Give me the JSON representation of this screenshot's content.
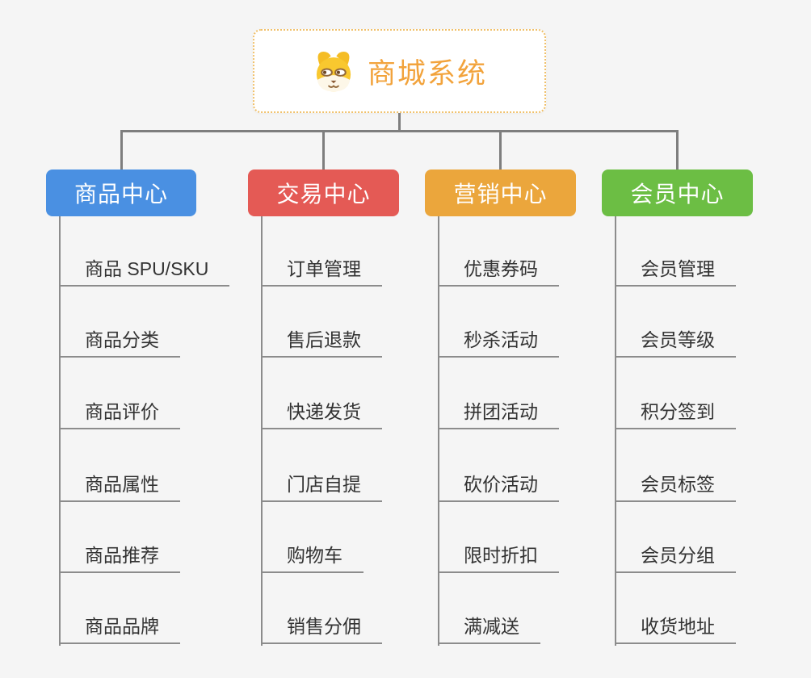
{
  "root": {
    "title": "商城系统",
    "icon": "dog-face",
    "title_color": "#F2A33C",
    "border_color": "#F0C06A"
  },
  "columns": [
    {
      "label": "商品中心",
      "color": "#4A90E2",
      "items": [
        "商品 SPU/SKU",
        "商品分类",
        "商品评价",
        "商品属性",
        "商品推荐",
        "商品品牌"
      ]
    },
    {
      "label": "交易中心",
      "color": "#E45A55",
      "items": [
        "订单管理",
        "售后退款",
        "快递发货",
        "门店自提",
        "购物车",
        "销售分佣"
      ]
    },
    {
      "label": "营销中心",
      "color": "#EBA63C",
      "items": [
        "优惠券码",
        "秒杀活动",
        "拼团活动",
        "砍价活动",
        "限时折扣",
        "满减送"
      ]
    },
    {
      "label": "会员中心",
      "color": "#6CBE44",
      "items": [
        "会员管理",
        "会员等级",
        "积分签到",
        "会员标签",
        "会员分组",
        "收货地址"
      ]
    }
  ],
  "connector_color": "#7E7E7E",
  "leaf_line_color": "#8C8C8C",
  "background_color": "#F5F5F5"
}
